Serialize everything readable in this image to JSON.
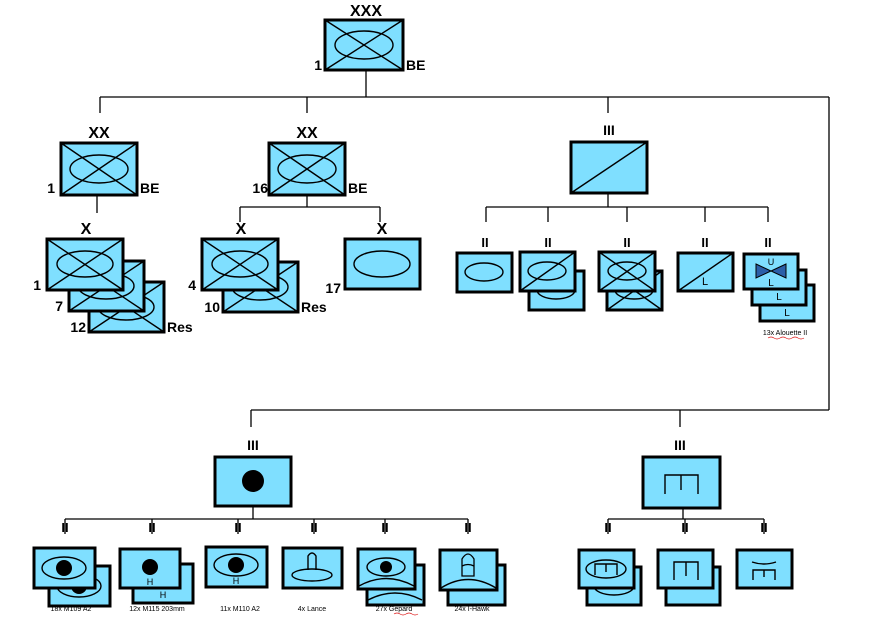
{
  "colors": {
    "unit_fill": "#7fdfff",
    "outline": "#000000",
    "helicopter_fill": "#2b5fa8"
  },
  "corps": {
    "echelon": "XXX",
    "number": "1",
    "nation": "BE"
  },
  "div_a": {
    "echelon": "XX",
    "number": "1",
    "nation": "BE"
  },
  "div_b": {
    "echelon": "XX",
    "number": "16",
    "nation": "BE"
  },
  "brigades_a": {
    "echelon": "X",
    "numbers": [
      "1",
      "7",
      "12"
    ],
    "suffix": "Res"
  },
  "brigades_b": {
    "echelon": "X",
    "numbers": [
      "4",
      "10"
    ],
    "suffix": "Res"
  },
  "brigade_17": {
    "echelon": "X",
    "number": "17"
  },
  "aviation": {
    "echelon": "III",
    "battalion_echelon": "II",
    "helicopter_letters": {
      "top": "U",
      "mid": "L",
      "back": "L"
    },
    "liaison_letter": "L",
    "helicopter_caption": "13x Alouette II"
  },
  "artillery": {
    "echelon": "III",
    "battalion_echelon": "II",
    "heavy_letter": "H",
    "captions": [
      "18x M109 A2",
      "12x M115 203mm",
      "11x M110 A2",
      "4x Lance",
      "27x Gepard",
      "24x I-Hawk"
    ]
  },
  "engineers": {
    "echelon": "III",
    "battalion_echelon": "II"
  }
}
